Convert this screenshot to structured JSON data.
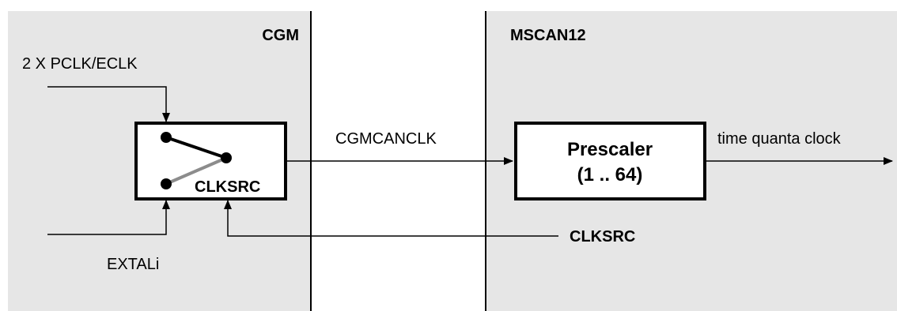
{
  "blocks": {
    "cgm": {
      "label": "CGM",
      "fill": "#e6e6e6"
    },
    "mscan": {
      "label": "MSCAN12",
      "fill": "#e6e6e6"
    }
  },
  "inputs": {
    "pclk": "2 X PCLK/ECLK",
    "extal": "EXTALi"
  },
  "switch_box": {
    "label": "CLKSRC"
  },
  "signals": {
    "cgmcanclk": "CGMCANCLK",
    "time_quanta": "time quanta clock",
    "clksrc_control": "CLKSRC"
  },
  "prescaler": {
    "line1": "Prescaler",
    "line2": "(1 .. 64)"
  },
  "colors": {
    "line": "#000000",
    "switch_gray_line": "#8c8c8c",
    "box_fill": "#ffffff"
  }
}
